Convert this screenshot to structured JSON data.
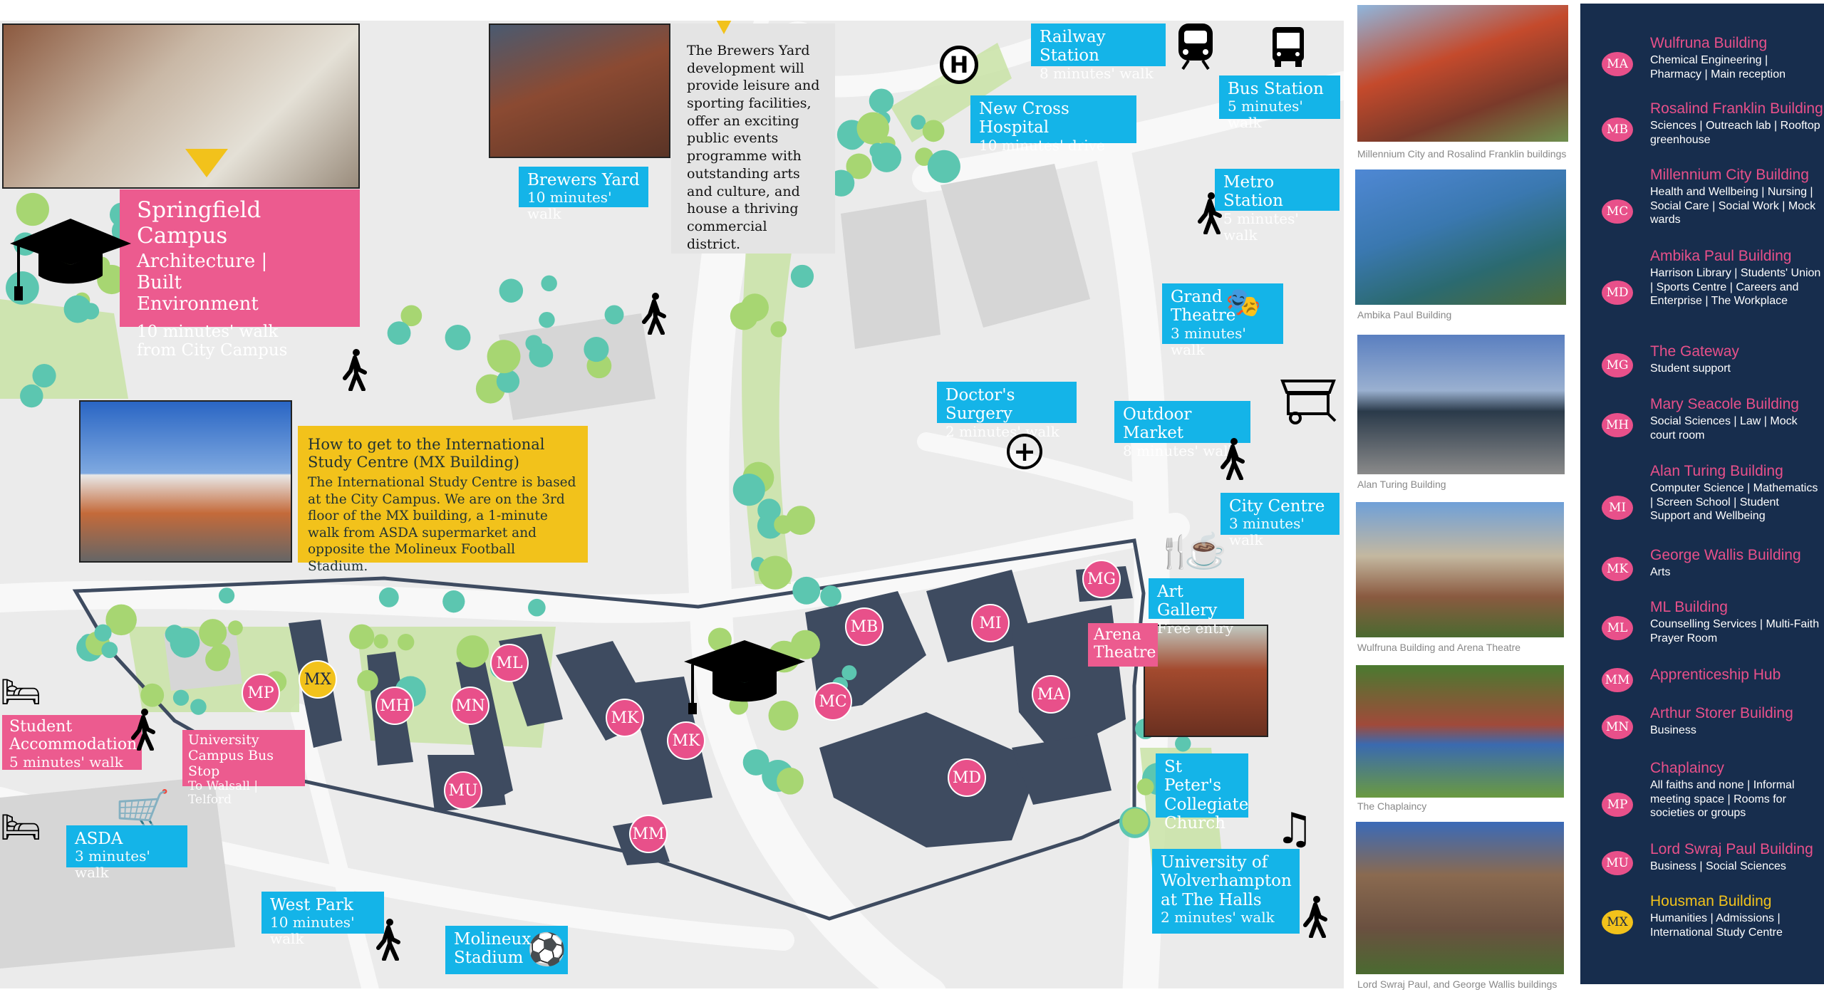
{
  "map": {
    "springfield": {
      "title": "Springfield Campus",
      "subtitle": "Architecture | Built Environment",
      "walk": "10 minutes' walk from City Campus"
    },
    "brewers_yard": {
      "title": "Brewers Yard",
      "walk": "10 minutes' walk"
    },
    "brewers_text": "The Brewers Yard development will provide leisure and sporting facilities, offer an exciting public events programme with outstanding arts and culture, and house a thriving commercial district.",
    "howto": {
      "title": "How to get to the International Study Centre (MX Building)",
      "body_1": "The International Study Centre is based at the City Campus. We are on the 3rd floor of the MX building, a 1-minute walk from ",
      "body_bold_1": "ASDA supermarket",
      "body_2": " and opposite the ",
      "body_bold_2": "Molineux Football Stadium",
      "body_3": "."
    },
    "labels": {
      "railway": {
        "title": "Railway Station",
        "sub": "8 minutes' walk"
      },
      "bus": {
        "title": "Bus Station",
        "sub": "5 minutes' walk"
      },
      "hospital": {
        "title": "New Cross Hospital",
        "sub": "10 minutes' drive"
      },
      "metro": {
        "title": "Metro Station",
        "sub": "5 minutes' walk"
      },
      "theatre": {
        "title": "Grand Theatre",
        "sub": "3 minutes' walk"
      },
      "surgery": {
        "title": "Doctor's Surgery",
        "sub": "2 minutes' walk"
      },
      "market": {
        "title": "Outdoor Market",
        "sub": "8 minutes' walk"
      },
      "city": {
        "title": "City Centre",
        "sub": "3 minutes' walk"
      },
      "gallery": {
        "title": "Art Gallery",
        "sub": "Free entry"
      },
      "arena": {
        "title": "Arena Theatre"
      },
      "church": {
        "title": "St Peter's Collegiate Church"
      },
      "halls": {
        "title": "University of Wolverhampton at The Halls",
        "sub": "2 minutes' walk"
      },
      "accommodation": {
        "title": "Student Accommodation",
        "sub": "5 minutes' walk"
      },
      "busstop": {
        "title": "University Campus Bus Stop",
        "sub": "To Walsall | Telford"
      },
      "asda": {
        "title": "ASDA",
        "sub": "3 minutes' walk"
      },
      "westpark": {
        "title": "West Park",
        "sub": "10 minutes' walk"
      },
      "molineux": {
        "title": "Molineux Stadium"
      }
    },
    "badges": [
      "MP",
      "MX",
      "MH",
      "MN",
      "ML",
      "MK",
      "MK",
      "MU",
      "MM",
      "MB",
      "MI",
      "MC",
      "MA",
      "MD",
      "MG"
    ]
  },
  "photos": [
    {
      "caption": "Millennium City and Rosalind Franklin buildings"
    },
    {
      "caption": "Ambika Paul Building"
    },
    {
      "caption": "Alan Turing Building"
    },
    {
      "caption": "Wulfruna Building and Arena Theatre"
    },
    {
      "caption": "The Chaplaincy"
    },
    {
      "caption": "Lord Swraj Paul, and George Wallis buildings"
    }
  ],
  "legend": [
    {
      "code": "MA",
      "name": "Wulfruna Building",
      "desc": "Chemical Engineering | Pharmacy | Main reception"
    },
    {
      "code": "MB",
      "name": "Rosalind Franklin Building",
      "desc": "Sciences | Outreach lab | Rooftop greenhouse"
    },
    {
      "code": "MC",
      "name": "Millennium City Building",
      "desc": "Health and Wellbeing | Nursing | Social Care | Social Work | Mock wards"
    },
    {
      "code": "MD",
      "name": "Ambika Paul Building",
      "desc": "Harrison Library | Students' Union | Sports Centre | Careers and Enterprise | The Workplace"
    },
    {
      "code": "MG",
      "name": "The Gateway",
      "desc": "Student support"
    },
    {
      "code": "MH",
      "name": "Mary Seacole Building",
      "desc": "Social Sciences | Law | Mock court room"
    },
    {
      "code": "MI",
      "name": "Alan Turing Building",
      "desc": "Computer Science | Mathematics | Screen School | Student Support and Wellbeing"
    },
    {
      "code": "MK",
      "name": "George Wallis Building",
      "desc": "Arts"
    },
    {
      "code": "ML",
      "name": "ML Building",
      "desc": "Counselling Services | Multi-Faith Prayer Room"
    },
    {
      "code": "MM",
      "name": "Apprenticeship Hub",
      "desc": ""
    },
    {
      "code": "MN",
      "name": "Arthur Storer Building",
      "desc": "Business"
    },
    {
      "code": "MP",
      "name": "Chaplaincy",
      "desc": "All faiths and none | Informal meeting space | Rooms for societies or groups"
    },
    {
      "code": "MU",
      "name": "Lord Swraj Paul Building",
      "desc": "Business | Social Sciences"
    },
    {
      "code": "MX",
      "name": "Housman Building",
      "desc": "Humanities | Admissions | International Study Centre"
    }
  ],
  "colors": {
    "blue": "#14b4e8",
    "pink": "#ec5b8f",
    "yellow": "#f2c21b",
    "navy": "#172d4d",
    "building": "#3e4b60"
  }
}
